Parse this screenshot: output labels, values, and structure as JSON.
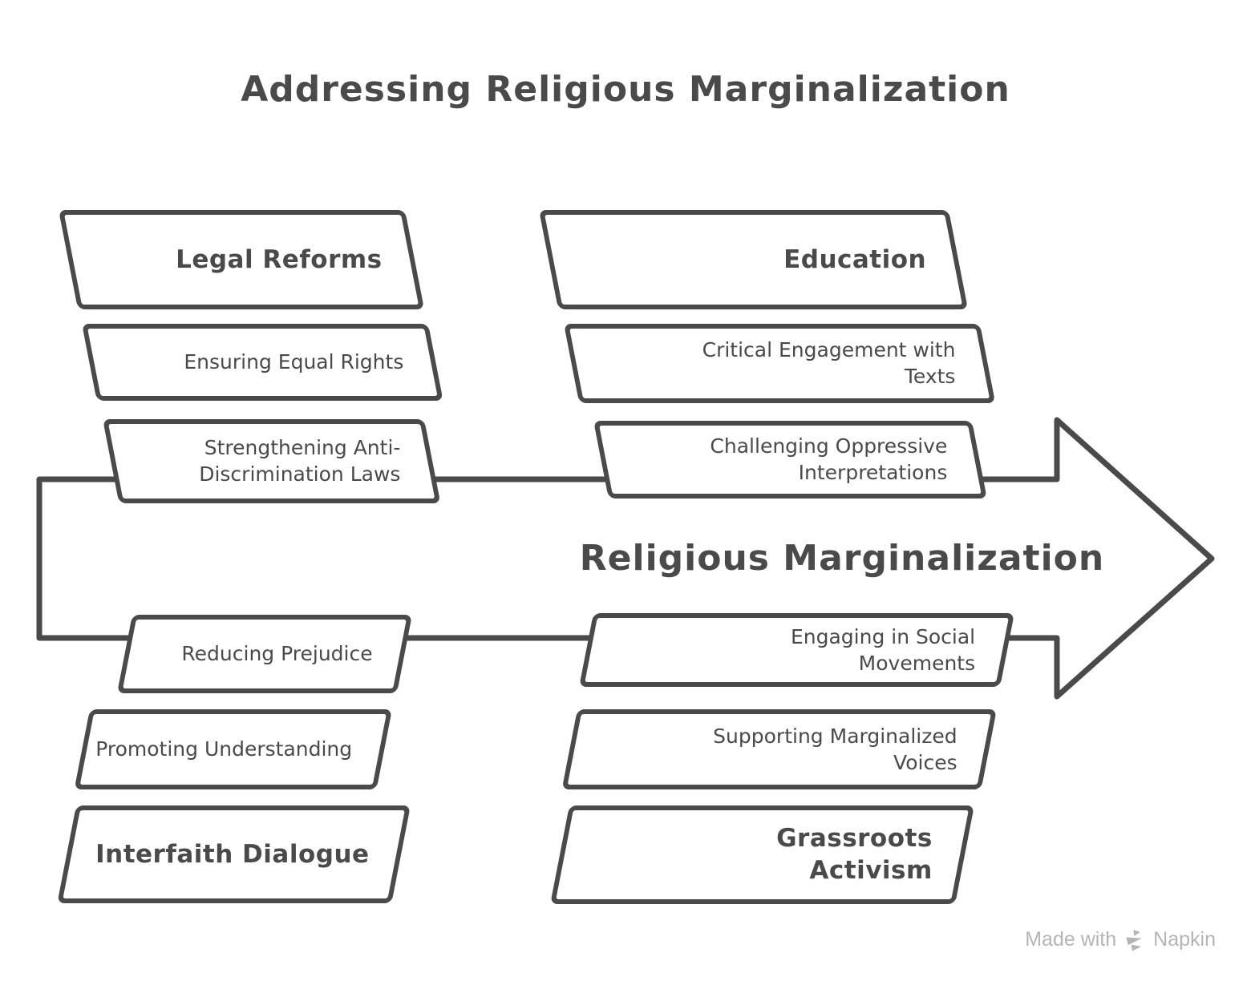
{
  "title": "Addressing Religious Marginalization",
  "arrow": {
    "label": "Religious Marginalization"
  },
  "quadrants": {
    "top_left": {
      "header": "Legal Reforms",
      "items": [
        "Ensuring Equal Rights",
        "Strengthening Anti-\nDiscrimination Laws"
      ]
    },
    "top_right": {
      "header": "Education",
      "items": [
        "Critical Engagement with\nTexts",
        "Challenging Oppressive\nInterpretations"
      ]
    },
    "bottom_left": {
      "header": "Interfaith Dialogue",
      "items": [
        "Reducing Prejudice",
        "Promoting Understanding"
      ]
    },
    "bottom_right": {
      "header": "Grassroots\nActivism",
      "items": [
        "Engaging in Social\nMovements",
        "Supporting Marginalized\nVoices"
      ]
    }
  },
  "footer": {
    "made_with": "Made with",
    "brand": "Napkin"
  },
  "colors": {
    "ink": "#4a4a4a",
    "background": "#ffffff",
    "footer_text": "#b5b5b5"
  }
}
